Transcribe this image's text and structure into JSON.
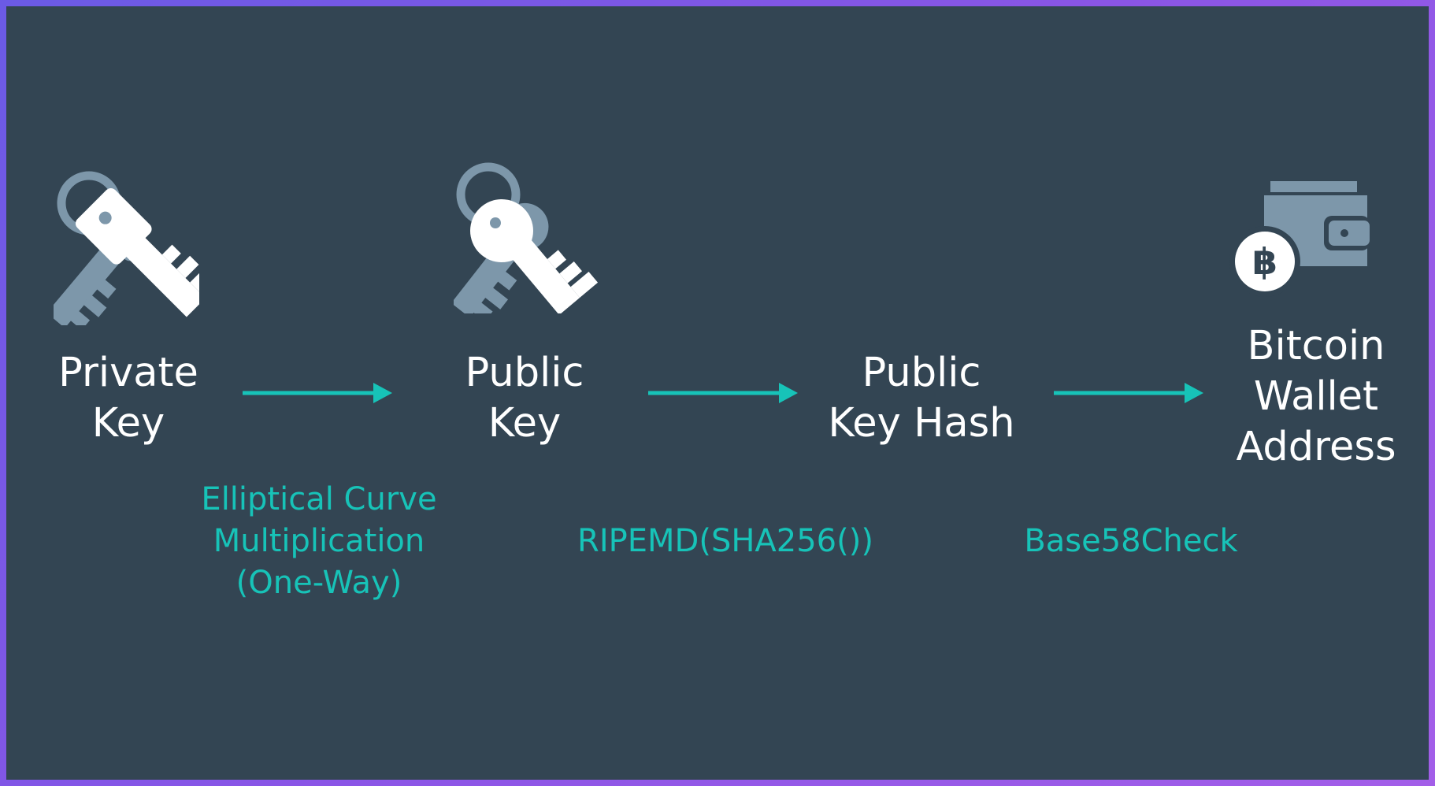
{
  "colors": {
    "background": "#334553",
    "border_start": "#6b5ae6",
    "border_end": "#a35ee8",
    "node_text": "#ffffff",
    "accent": "#17c3b8",
    "icon_light": "#ffffff",
    "icon_muted": "#7d97aa"
  },
  "nodes": [
    {
      "icon": "keys-icon",
      "lines": [
        "Private",
        "Key"
      ]
    },
    {
      "icon": "keys-icon",
      "lines": [
        "Public",
        "Key"
      ]
    },
    {
      "icon": null,
      "lines": [
        "Public",
        "Key Hash"
      ]
    },
    {
      "icon": "bitcoin-wallet-icon",
      "lines": [
        "Bitcoin",
        "Wallet",
        "Address"
      ]
    }
  ],
  "steps": [
    {
      "lines": [
        "Elliptical Curve",
        "Multiplication",
        "(One-Way)"
      ]
    },
    {
      "lines": [
        "RIPEMD(SHA256())"
      ]
    },
    {
      "lines": [
        "Base58Check"
      ]
    }
  ]
}
